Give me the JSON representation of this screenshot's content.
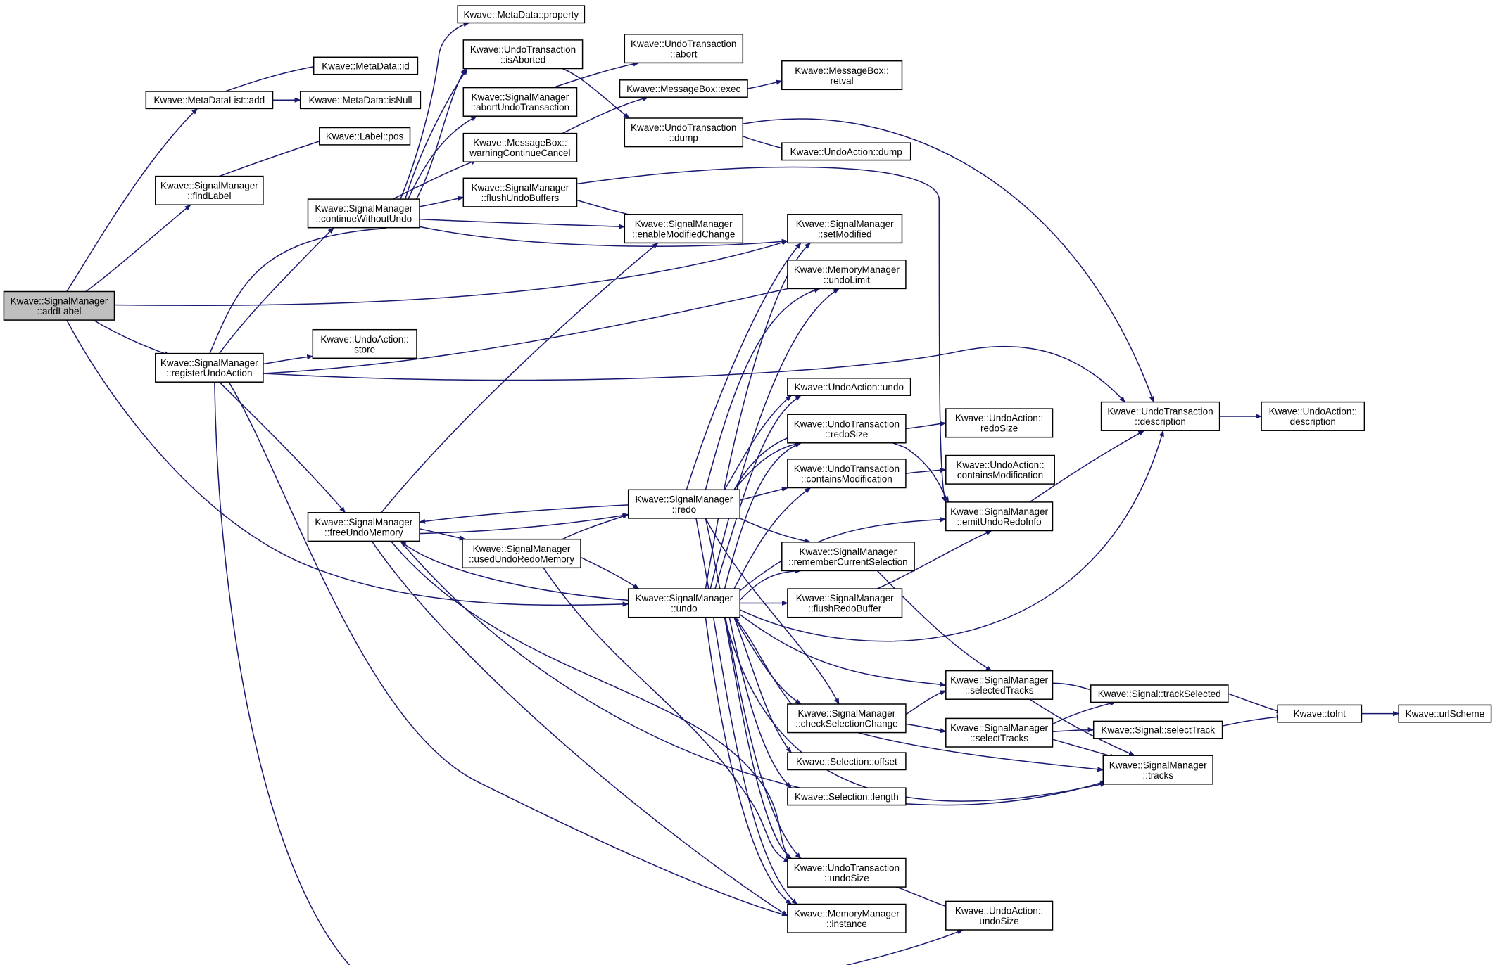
{
  "diagram": {
    "type": "call-graph",
    "root": "addLabel",
    "colors": {
      "edge": "#191970",
      "node_border": "#000000",
      "root_fill": "#bfbfbf",
      "node_fill": "#ffffff"
    },
    "nodes": [
      {
        "id": "addLabel",
        "lines": [
          "Kwave::SignalManager",
          "::addLabel"
        ]
      },
      {
        "id": "mdl_add",
        "lines": [
          "Kwave::MetaDataList::add"
        ]
      },
      {
        "id": "md_id",
        "lines": [
          "Kwave::MetaData::id"
        ]
      },
      {
        "id": "md_isNull",
        "lines": [
          "Kwave::MetaData::isNull"
        ]
      },
      {
        "id": "md_property",
        "lines": [
          "Kwave::MetaData::property"
        ]
      },
      {
        "id": "label_pos",
        "lines": [
          "Kwave::Label::pos"
        ]
      },
      {
        "id": "findLabel",
        "lines": [
          "Kwave::SignalManager",
          "::findLabel"
        ]
      },
      {
        "id": "continueWithoutUndo",
        "lines": [
          "Kwave::SignalManager",
          "::continueWithoutUndo"
        ]
      },
      {
        "id": "ut_isAborted",
        "lines": [
          "Kwave::UndoTransaction",
          "::isAborted"
        ]
      },
      {
        "id": "abortUndoTransaction",
        "lines": [
          "Kwave::SignalManager",
          "::abortUndoTransaction"
        ]
      },
      {
        "id": "mb_warning",
        "lines": [
          "Kwave::MessageBox::",
          "warningContinueCancel"
        ]
      },
      {
        "id": "flushUndoBuffers",
        "lines": [
          "Kwave::SignalManager",
          "::flushUndoBuffers"
        ]
      },
      {
        "id": "ut_abort",
        "lines": [
          "Kwave::UndoTransaction",
          "::abort"
        ]
      },
      {
        "id": "mb_exec",
        "lines": [
          "Kwave::MessageBox::exec"
        ]
      },
      {
        "id": "mb_retval",
        "lines": [
          "Kwave::MessageBox::",
          "retval"
        ]
      },
      {
        "id": "ut_dump",
        "lines": [
          "Kwave::UndoTransaction",
          "::dump"
        ]
      },
      {
        "id": "ua_dump",
        "lines": [
          "Kwave::UndoAction::dump"
        ]
      },
      {
        "id": "enableModifiedChange",
        "lines": [
          "Kwave::SignalManager",
          "::enableModifiedChange"
        ]
      },
      {
        "id": "setModified",
        "lines": [
          "Kwave::SignalManager",
          "::setModified"
        ]
      },
      {
        "id": "mm_undoLimit",
        "lines": [
          "Kwave::MemoryManager",
          "::undoLimit"
        ]
      },
      {
        "id": "registerUndoAction",
        "lines": [
          "Kwave::SignalManager",
          "::registerUndoAction"
        ]
      },
      {
        "id": "ua_store",
        "lines": [
          "Kwave::UndoAction::",
          "store"
        ]
      },
      {
        "id": "ua_undo",
        "lines": [
          "Kwave::UndoAction::undo"
        ]
      },
      {
        "id": "ut_redoSize",
        "lines": [
          "Kwave::UndoTransaction",
          "::redoSize"
        ]
      },
      {
        "id": "ua_redoSize",
        "lines": [
          "Kwave::UndoAction::",
          "redoSize"
        ]
      },
      {
        "id": "ut_description",
        "lines": [
          "Kwave::UndoTransaction",
          "::description"
        ]
      },
      {
        "id": "ua_description",
        "lines": [
          "Kwave::UndoAction::",
          "description"
        ]
      },
      {
        "id": "redo",
        "lines": [
          "Kwave::SignalManager",
          "::redo"
        ]
      },
      {
        "id": "ut_containsModification",
        "lines": [
          "Kwave::UndoTransaction",
          "::containsModification"
        ]
      },
      {
        "id": "ua_containsModification",
        "lines": [
          "Kwave::UndoAction::",
          "containsModification"
        ]
      },
      {
        "id": "freeUndoMemory",
        "lines": [
          "Kwave::SignalManager",
          "::freeUndoMemory"
        ]
      },
      {
        "id": "emitUndoRedoInfo",
        "lines": [
          "Kwave::SignalManager",
          "::emitUndoRedoInfo"
        ]
      },
      {
        "id": "usedUndoRedoMemory",
        "lines": [
          "Kwave::SignalManager",
          "::usedUndoRedoMemory"
        ]
      },
      {
        "id": "rememberCurrentSelection",
        "lines": [
          "Kwave::SignalManager",
          "::rememberCurrentSelection"
        ]
      },
      {
        "id": "undo",
        "lines": [
          "Kwave::SignalManager",
          "::undo"
        ]
      },
      {
        "id": "flushRedoBuffer",
        "lines": [
          "Kwave::SignalManager",
          "::flushRedoBuffer"
        ]
      },
      {
        "id": "selectedTracks",
        "lines": [
          "Kwave::SignalManager",
          "::selectedTracks"
        ]
      },
      {
        "id": "sig_trackSelected",
        "lines": [
          "Kwave::Signal::trackSelected"
        ]
      },
      {
        "id": "toInt",
        "lines": [
          "Kwave::toInt"
        ]
      },
      {
        "id": "urlScheme",
        "lines": [
          "Kwave::urlScheme"
        ]
      },
      {
        "id": "checkSelectionChange",
        "lines": [
          "Kwave::SignalManager",
          "::checkSelectionChange"
        ]
      },
      {
        "id": "selectTracks",
        "lines": [
          "Kwave::SignalManager",
          "::selectTracks"
        ]
      },
      {
        "id": "sig_selectTrack",
        "lines": [
          "Kwave::Signal::selectTrack"
        ]
      },
      {
        "id": "tracks",
        "lines": [
          "Kwave::SignalManager",
          "::tracks"
        ]
      },
      {
        "id": "sel_offset",
        "lines": [
          "Kwave::Selection::offset"
        ]
      },
      {
        "id": "sel_length",
        "lines": [
          "Kwave::Selection::length"
        ]
      },
      {
        "id": "ut_undoSize",
        "lines": [
          "Kwave::UndoTransaction",
          "::undoSize"
        ]
      },
      {
        "id": "ua_undoSize",
        "lines": [
          "Kwave::UndoAction::",
          "undoSize"
        ]
      },
      {
        "id": "mm_instance",
        "lines": [
          "Kwave::MemoryManager",
          "::instance"
        ]
      }
    ]
  }
}
